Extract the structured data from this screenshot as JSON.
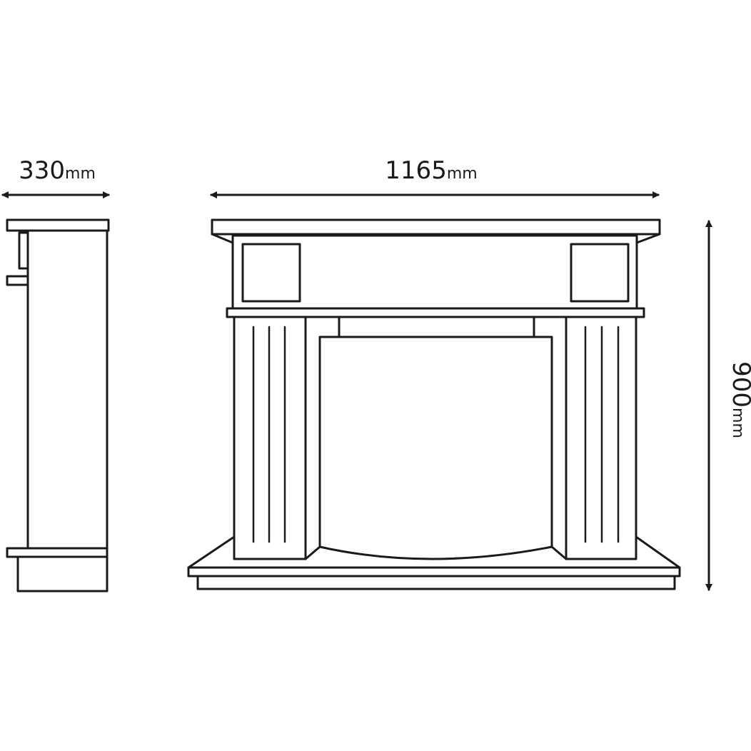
{
  "dimensions": {
    "depth": {
      "value": "330",
      "unit": "mm"
    },
    "width": {
      "value": "1165",
      "unit": "mm"
    },
    "height": {
      "value": "900",
      "unit": "mm"
    }
  },
  "colors": {
    "line": "#1a1a1a",
    "background": "#ffffff"
  }
}
